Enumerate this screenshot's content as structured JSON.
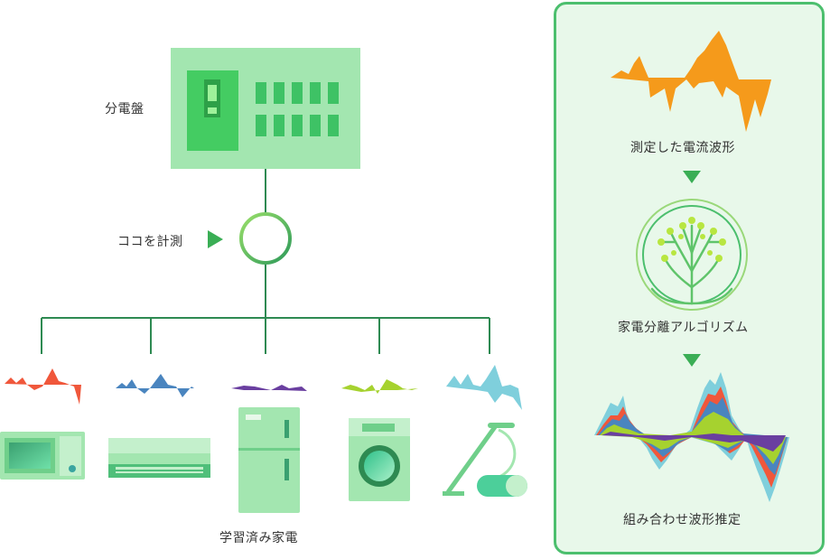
{
  "labels": {
    "panel_board": "分電盤",
    "measure_here": "ココを計測",
    "learned_appliances": "学習済み家電",
    "measured_waveform": "測定した電流波形",
    "separation_algorithm": "家電分離アルゴリズム",
    "combined_estimate": "組み合わせ波形推定"
  },
  "appliances": [
    "microwave",
    "air-conditioner",
    "refrigerator",
    "washing-machine",
    "vacuum-cleaner"
  ],
  "colors": {
    "green_dark": "#2e8a52",
    "green_bright": "#4cbf6e",
    "panel_bg": "#a3e6b0",
    "wave_orange": "#f59a1b",
    "wave_red": "#f0573b",
    "wave_blue": "#4a85bf",
    "wave_purple": "#6a3fa0",
    "wave_lime": "#a6d22f",
    "wave_cyan": "#7fcfdc"
  }
}
